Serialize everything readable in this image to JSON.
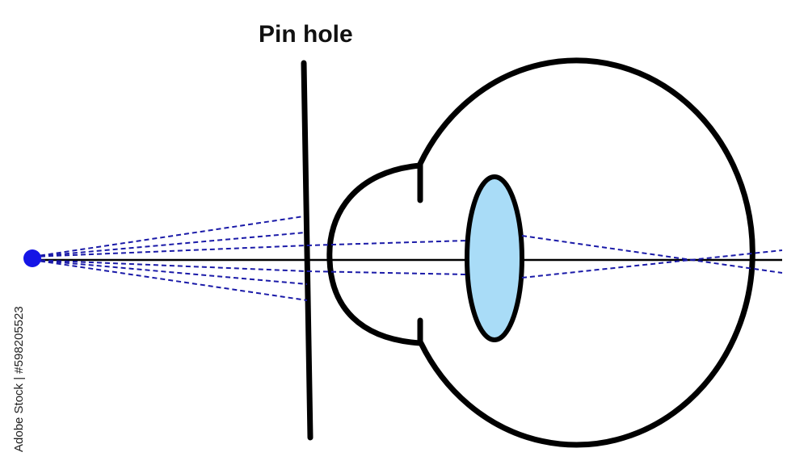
{
  "labels": {
    "pinhole": "Pin hole"
  },
  "watermark": {
    "side_text": "Adobe Stock | #598205523"
  },
  "colors": {
    "outline": "#000000",
    "lens_fill": "#a9dcf7",
    "ray": "#1a1aa8",
    "light_source": "#1515e6",
    "background": "#ffffff"
  },
  "icons": {
    "light_source": "light-source-dot",
    "lens": "crystalline-lens"
  }
}
